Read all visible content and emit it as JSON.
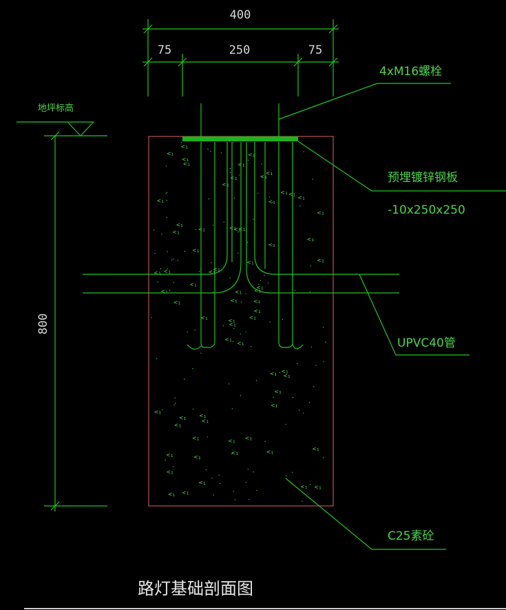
{
  "dimensions": {
    "total_width": "400",
    "left_offset": "75",
    "middle": "250",
    "right_offset": "75",
    "depth": "800"
  },
  "labels": {
    "ground_level": "地坪标高",
    "bolts": "4xM16螺栓",
    "plate_name": "预埋镀锌钢板",
    "plate_spec": "-10x250x250",
    "pipe": "UPVC40管",
    "concrete": "C25素砼"
  },
  "title": "路灯基础剖面图",
  "colors": {
    "background": "#000000",
    "line_green": "#22c522",
    "plate_green": "#1db31d",
    "outline_red": "#e06060",
    "dimension_text": "#d8d8d8"
  }
}
